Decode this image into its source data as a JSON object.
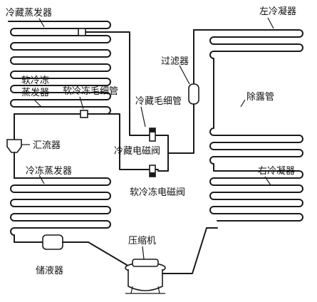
{
  "labels": {
    "fridge_evaporator": "冷藏蒸发器",
    "soft_freeze_evaporator_line1": "软冷冻",
    "soft_freeze_evaporator_line2": "蒸发器",
    "soft_freeze_capillary": "软冷冻毛细管",
    "collector": "汇流器",
    "freezer_evaporator": "冷冻蒸发器",
    "accumulator": "储液器",
    "compressor": "压缩机",
    "filter": "过滤器",
    "fridge_capillary": "冷藏毛细管",
    "fridge_solenoid_valve": "冷藏电磁阀",
    "soft_freeze_solenoid_valve": "软冷冻电磁阀",
    "left_condenser": "左冷凝器",
    "anti_dew_pipe": "除露管",
    "right_condenser": "右冷凝器"
  },
  "icons": {
    "filter": "filter-icon",
    "collector": "collector-icon",
    "accumulator": "accumulator-icon",
    "compressor": "compressor-icon",
    "solenoid_valve": "solenoid-valve-icon",
    "capillary_joint": "capillary-joint-icon"
  }
}
